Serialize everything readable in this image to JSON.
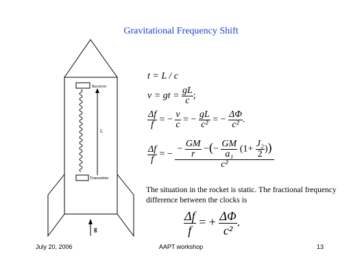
{
  "slide": {
    "title": "Gravitational Frequency Shift",
    "paragraph": "The situation in the rocket is static.  The fractional frequency difference between the clocks is",
    "footer_left": "July 20, 2006",
    "footer_center": "AAPT workshop",
    "footer_right": "13"
  },
  "diagram": {
    "receiver_label": "Receiver",
    "transmitter_label": "Transmitter",
    "length_label": "L",
    "gravity_label": "g"
  },
  "equations": {
    "eq1": "t = L / c",
    "eq2_lhs": "v = gt =",
    "eq2_num": "gL",
    "eq2_den": "c",
    "eq3_lhs_num": "Δf",
    "eq3_lhs_den": "f",
    "eq3_a_num": "v",
    "eq3_a_den": "c",
    "eq3_b_num": "gL",
    "eq3_b_den": "c²",
    "eq3_c_num": "ΔΦ",
    "eq3_c_den": "c²",
    "eq4_lhs_num": "Δf",
    "eq4_lhs_den": "f",
    "eq4_gm1_num": "GM",
    "eq4_gm1_den": "r",
    "eq4_gm2_num": "GM",
    "eq4_gm2_den": "a₁",
    "eq4_j2_num": "J₂",
    "eq4_j2_den": "2",
    "eq4_den": "c²",
    "big_lhs_num": "Δf",
    "big_lhs_den": "f",
    "big_rhs_num": "ΔΦ",
    "big_rhs_den": "c²"
  }
}
